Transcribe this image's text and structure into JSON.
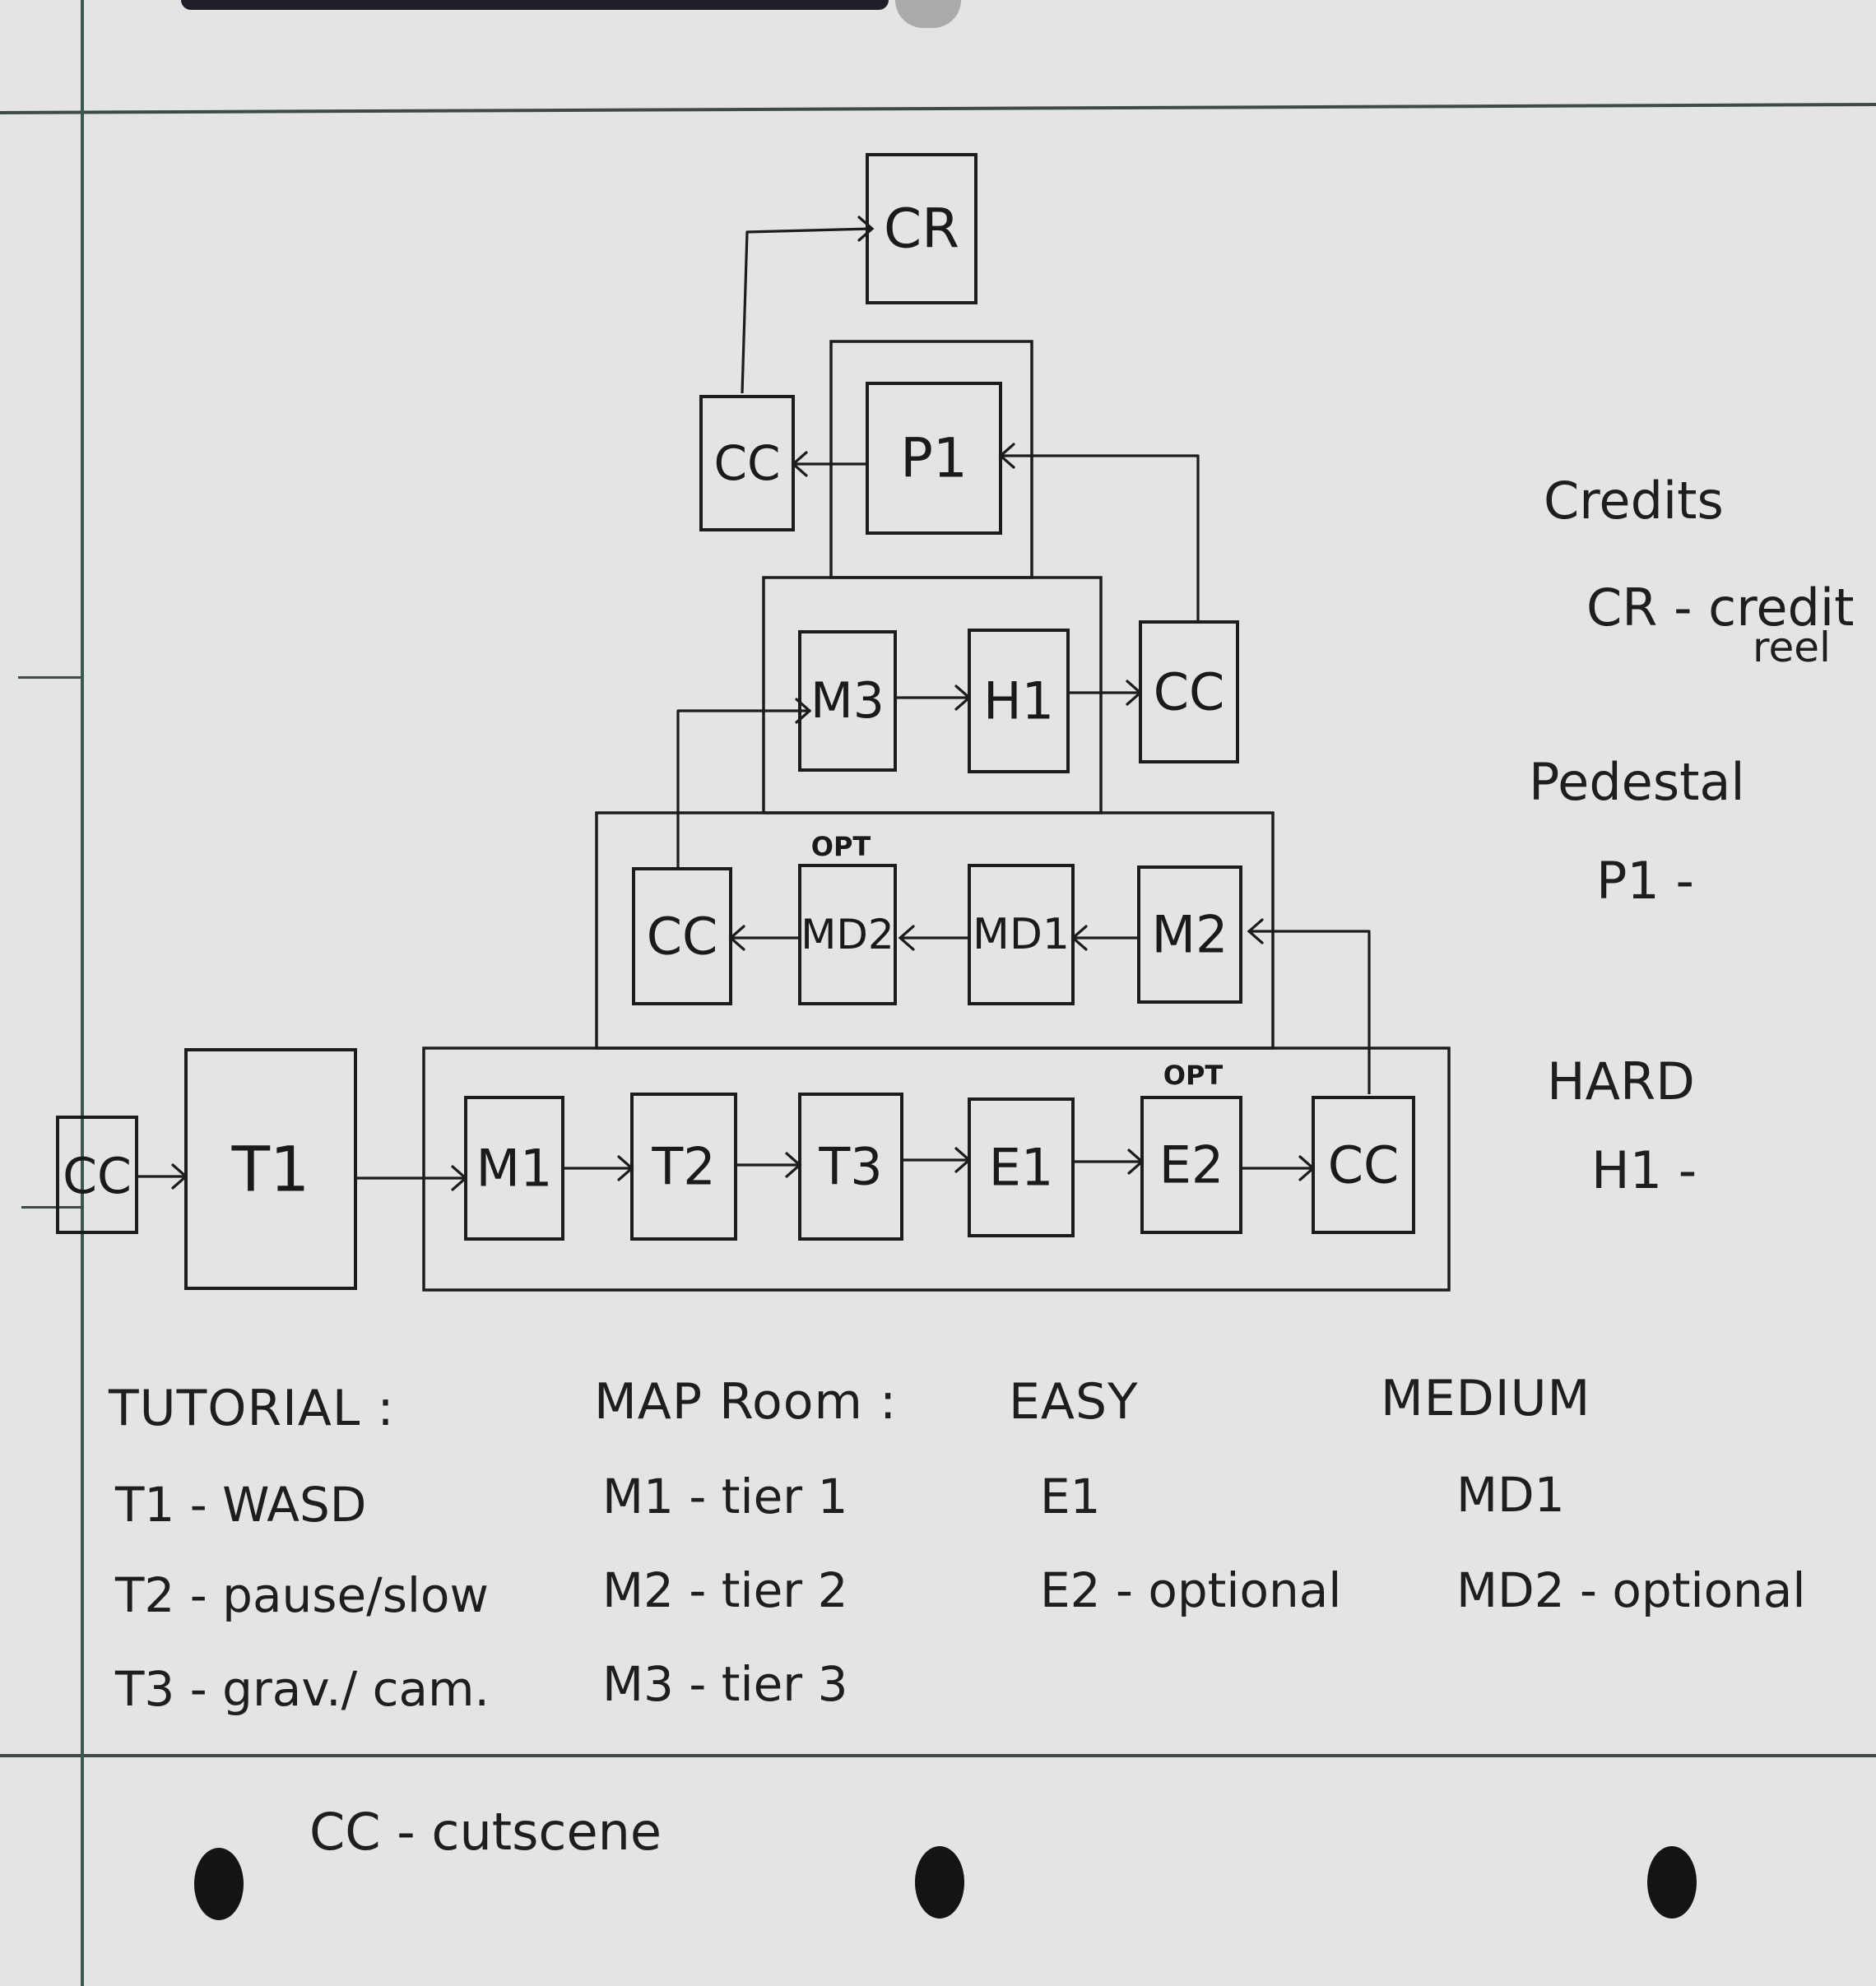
{
  "nodes": {
    "cc_start": "CC",
    "t1": "T1",
    "m1": "M1",
    "t2": "T2",
    "t3": "T3",
    "e1": "E1",
    "e2": "E2",
    "cc_tier1": "CC",
    "m2": "M2",
    "md1": "MD1",
    "md2": "MD2",
    "cc_tier2": "CC",
    "m3": "M3",
    "h1": "H1",
    "cc_tier3": "CC",
    "p1": "P1",
    "cc_pedestal": "CC",
    "cr": "CR"
  },
  "opt_tags": {
    "e2": "OPT",
    "md2": "OPT"
  },
  "legend": {
    "tutorial": {
      "heading": "TUTORIAL :",
      "items": [
        "T1 - WASD",
        "T2 - pause/slow",
        "T3 - grav./ cam."
      ]
    },
    "map_room": {
      "heading": "MAP Room :",
      "items": [
        "M1 - tier 1",
        "M2 - tier 2",
        "M3 - tier 3"
      ]
    },
    "easy": {
      "heading": "EASY",
      "items": [
        "E1",
        "E2 - optional"
      ]
    },
    "medium": {
      "heading": "MEDIUM",
      "items": [
        "MD1",
        "MD2 - optional"
      ]
    },
    "credits": {
      "heading": "Credits",
      "item": "CR - credit",
      "item_cont": "reel"
    },
    "pedestal": {
      "heading": "Pedestal",
      "item": "P1 -"
    },
    "hard": {
      "heading": "HARD",
      "item": "H1 -"
    },
    "cutscene": "CC - cutscene"
  }
}
